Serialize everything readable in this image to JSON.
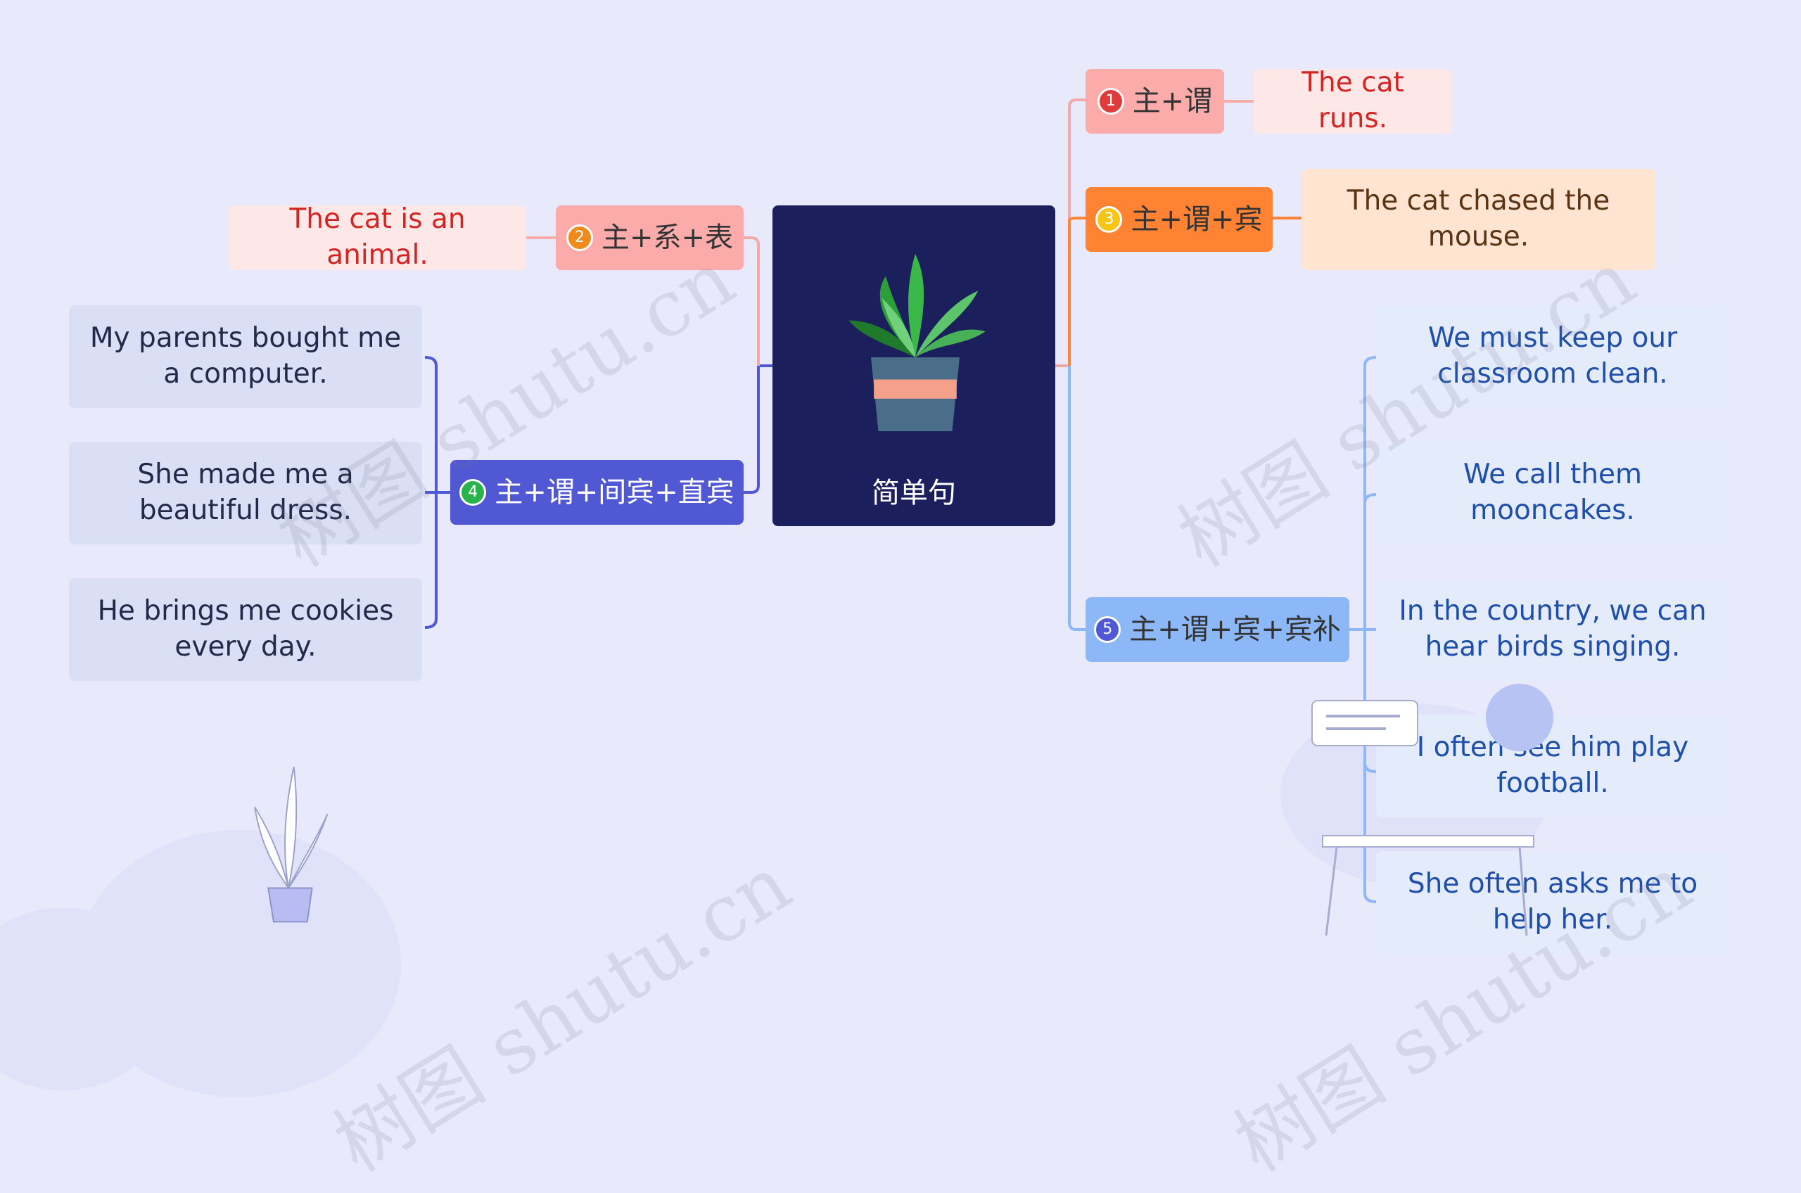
{
  "center": {
    "title": "简单句",
    "icon": "potted-plant-icon"
  },
  "branches": [
    {
      "num": "1",
      "label": "主+谓",
      "color": "#fcabab",
      "badge": "#e03b3b",
      "leaves": [
        "The cat runs."
      ]
    },
    {
      "num": "2",
      "label": "主+系+表",
      "color": "#fcabab",
      "badge": "#f08a1c",
      "leaves": [
        "The cat is an animal."
      ]
    },
    {
      "num": "3",
      "label": "主+谓+宾",
      "color": "#ff8333",
      "badge": "#f5c518",
      "leaves": [
        "The cat chased the mouse."
      ]
    },
    {
      "num": "4",
      "label": "主+谓+间宾+直宾",
      "color": "#5058d4",
      "badge": "#2ab24c",
      "leaves": [
        "My parents bought me a computer.",
        "She made me a beautiful dress.",
        "He brings me cookies every day."
      ]
    },
    {
      "num": "5",
      "label": "主+谓+宾+宾补",
      "color": "#8db8f7",
      "badge": "#5058d4",
      "leaves": [
        "We must keep our classroom clean.",
        "We call them mooncakes.",
        "In the country, we can hear birds singing.",
        "I often see him play football.",
        "She often asks me to help her."
      ]
    }
  ],
  "watermark": "树图 shutu.cn"
}
